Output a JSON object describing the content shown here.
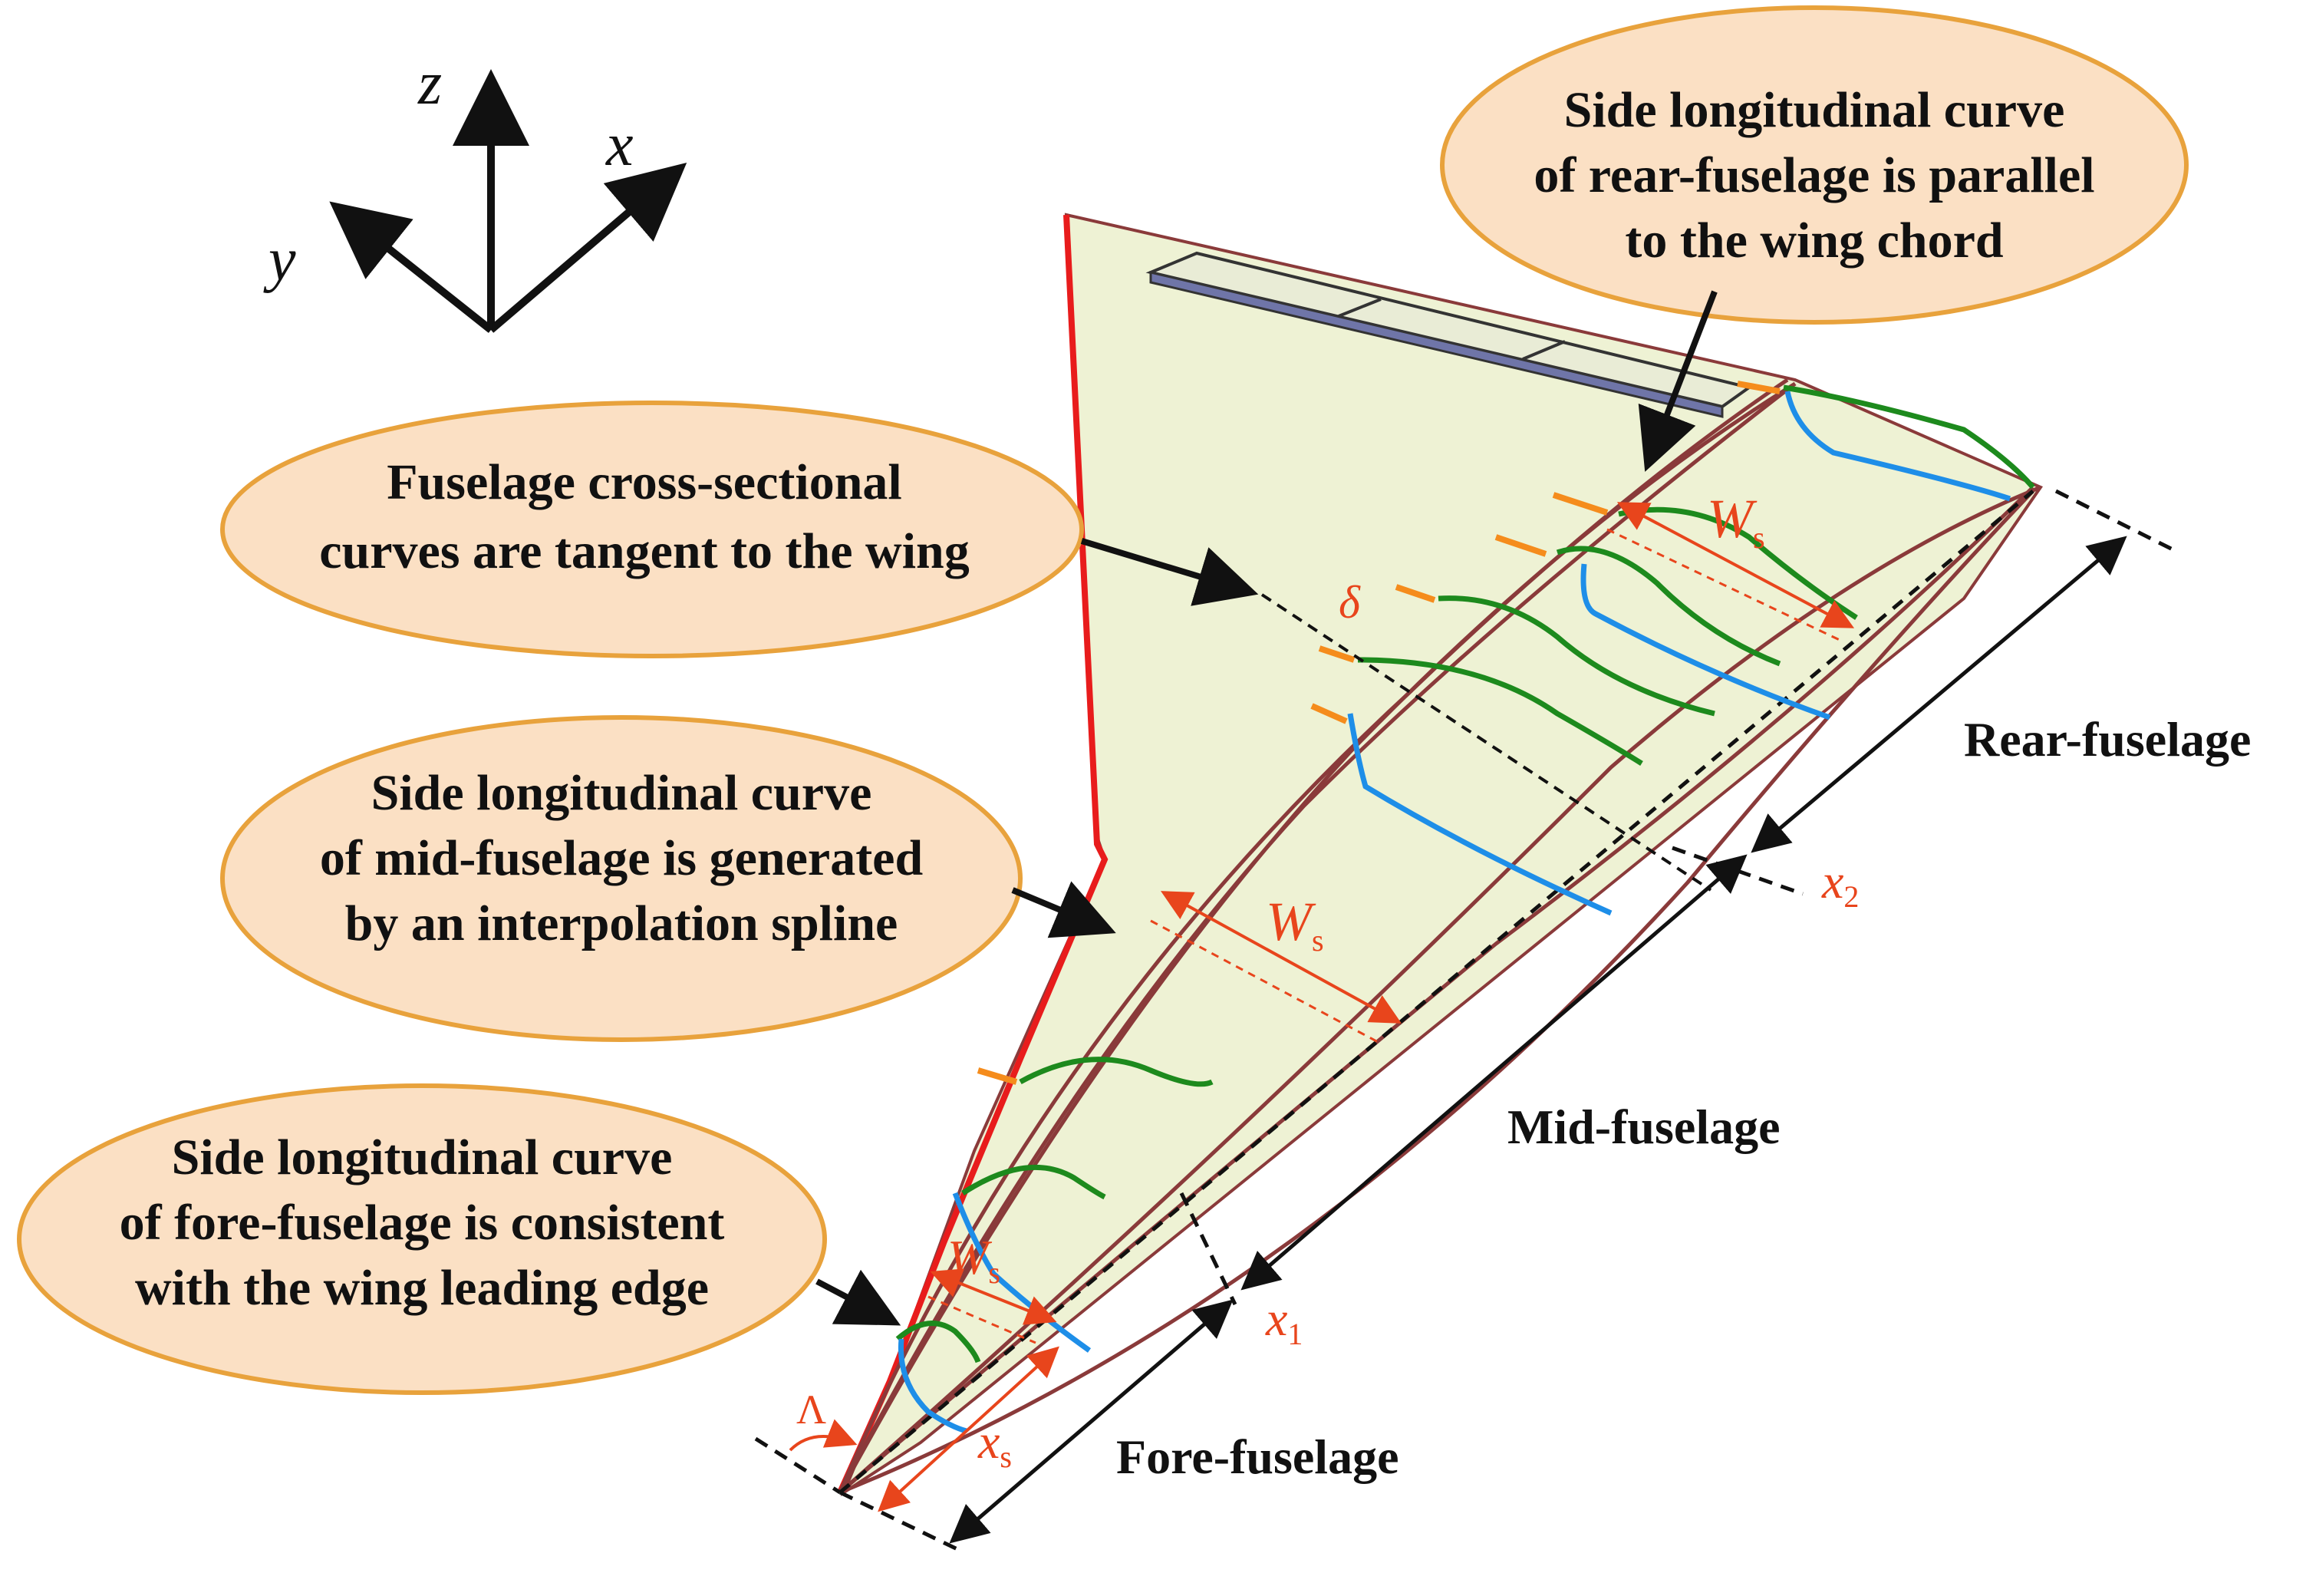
{
  "axes": {
    "z": "z",
    "x": "x",
    "y": "y"
  },
  "callouts": {
    "rear": [
      "Side longitudinal curve",
      "of rear-fuselage is parallel",
      "to the wing chord"
    ],
    "tangent": [
      "Fuselage cross-sectional",
      "curves are tangent to the wing"
    ],
    "mid": [
      "Side longitudinal curve",
      "of mid-fuselage is generated",
      "by an interpolation spline"
    ],
    "fore": [
      "Side longitudinal curve",
      "of fore-fuselage is consistent",
      "with the wing leading edge"
    ]
  },
  "sections": {
    "rear": "Rear-fuselage",
    "mid": "Mid-fuselage",
    "fore": "Fore-fuselage"
  },
  "symbols": {
    "ws_main": "W",
    "ws_sub": "s",
    "delta": "δ",
    "x2_main": "x",
    "x2_sub": "2",
    "x1_main": "x",
    "x1_sub": "1",
    "xs_main": "x",
    "xs_sub": "s",
    "lambda": "Λ"
  },
  "colors": {
    "wing_fill": "#eef2d4",
    "outline": "#8a3a3a",
    "leading_edge": "#e81c1c",
    "section_curve": "#1d8a1d",
    "side_curve": "#1e8ee8",
    "dimension": "#e8451c",
    "callout_fill": "#fbe0c4",
    "callout_stroke": "#e8a23c",
    "flap": "#6f75a8"
  }
}
